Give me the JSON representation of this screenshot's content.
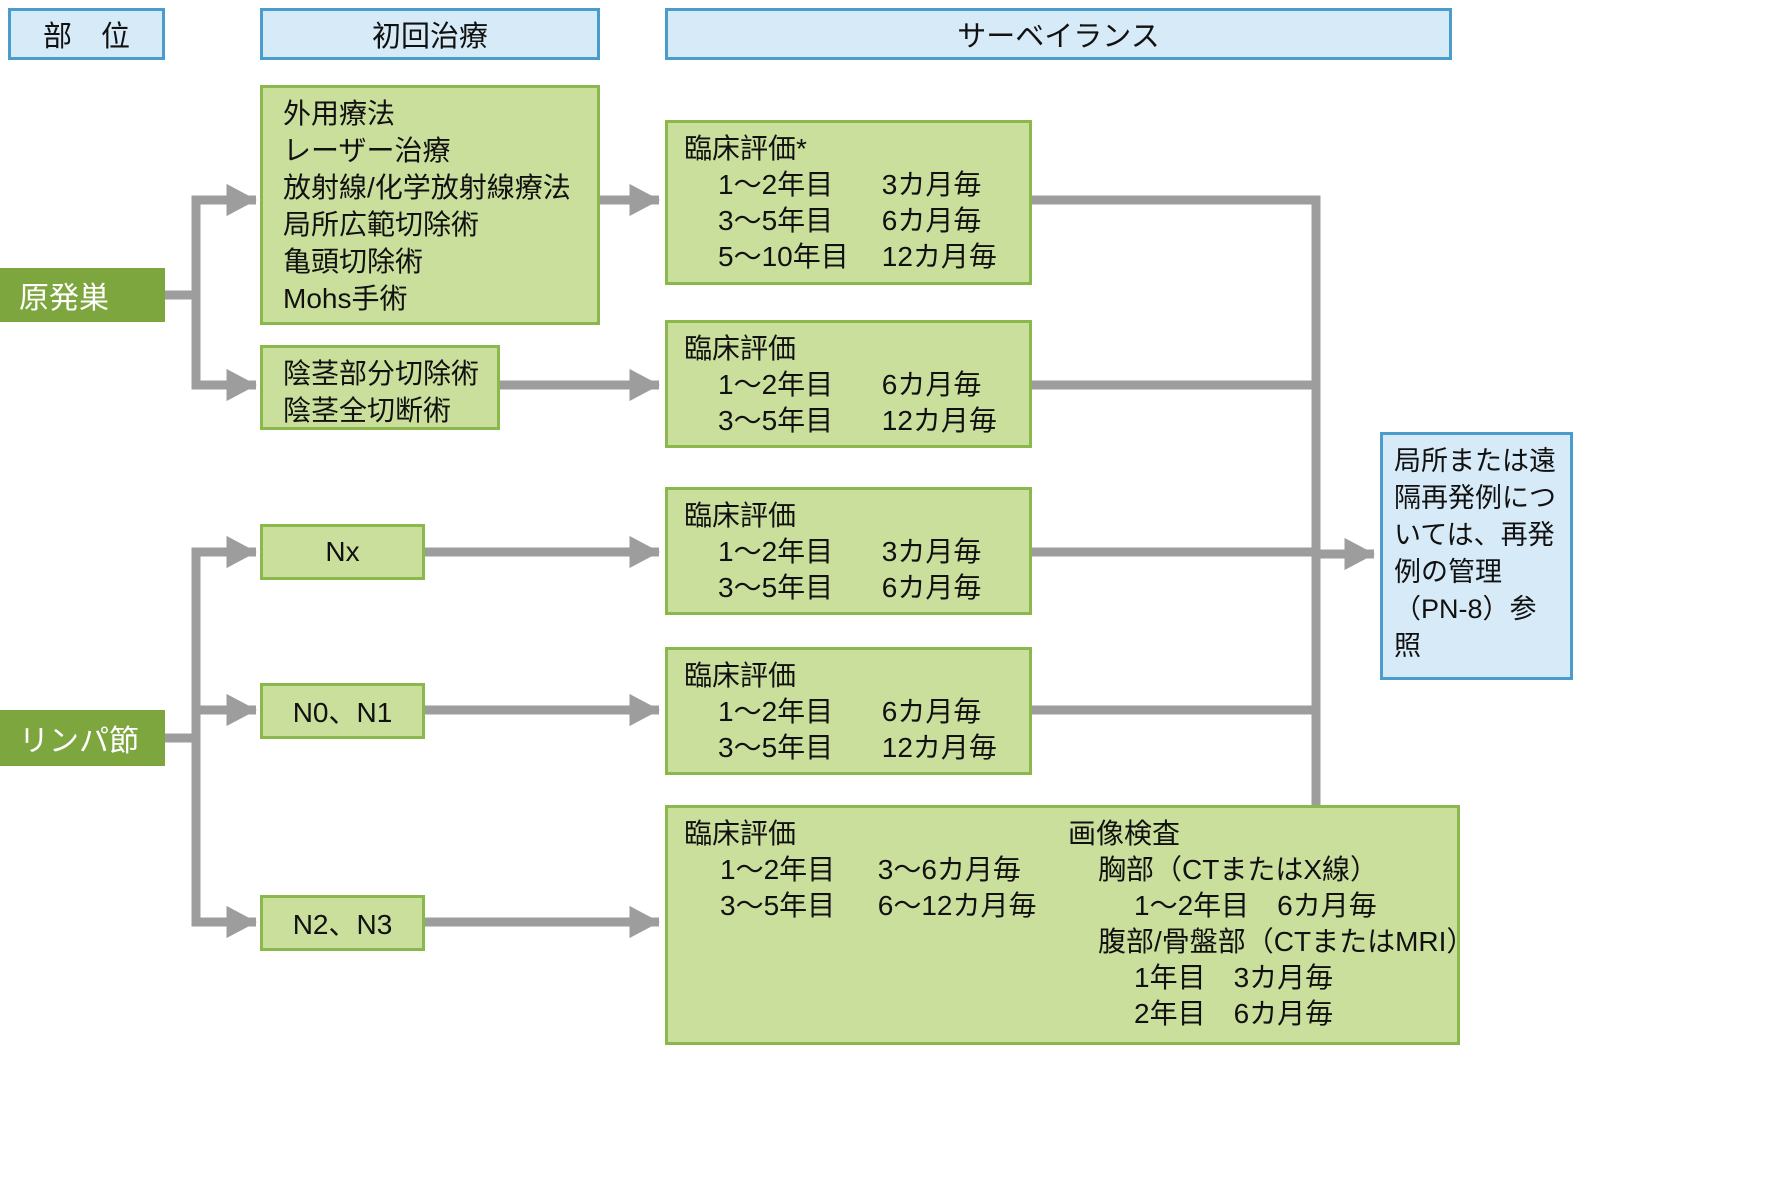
{
  "colors": {
    "blue-fill": "#d7eaf7",
    "blue-border": "#4a9dca",
    "green-fill": "#cbdf9d",
    "green-border": "#8bb84d",
    "green-dark": "#7ea63f",
    "arrow-gray": "#9d9d9d"
  },
  "headers": {
    "site": "部　位",
    "initial_treatment": "初回治療",
    "surveillance": "サーベイランス"
  },
  "sites": {
    "primary": "原発巣",
    "lymph_node": "リンパ節"
  },
  "treatments": {
    "primary_options": [
      "外用療法",
      "レーザー治療",
      "放射線/化学放射線療法",
      "局所広範切除術",
      "亀頭切除術",
      "Mohs手術"
    ],
    "penectomy_options": [
      "陰茎部分切除術",
      "陰茎全切断術"
    ],
    "node_nx": "Nx",
    "node_n0_n1": "N0、N1",
    "node_n2_n3": "N2、N3"
  },
  "surveillance": {
    "primary_conservative": {
      "title": "臨床評価*",
      "rows": [
        {
          "period": "1〜2年目",
          "freq": "3カ月毎"
        },
        {
          "period": "3〜5年目",
          "freq": "6カ月毎"
        },
        {
          "period": "5〜10年目",
          "freq": "12カ月毎"
        }
      ]
    },
    "primary_surgical": {
      "title": "臨床評価",
      "rows": [
        {
          "period": "1〜2年目",
          "freq": "6カ月毎"
        },
        {
          "period": "3〜5年目",
          "freq": "12カ月毎"
        }
      ]
    },
    "nx": {
      "title": "臨床評価",
      "rows": [
        {
          "period": "1〜2年目",
          "freq": "3カ月毎"
        },
        {
          "period": "3〜5年目",
          "freq": "6カ月毎"
        }
      ]
    },
    "n0_n1": {
      "title": "臨床評価",
      "rows": [
        {
          "period": "1〜2年目",
          "freq": "6カ月毎"
        },
        {
          "period": "3〜5年目",
          "freq": "12カ月毎"
        }
      ]
    },
    "n2_n3": {
      "clinical_title": "臨床評価",
      "clinical_rows": [
        {
          "period": "1〜2年目",
          "freq": "3〜6カ月毎"
        },
        {
          "period": "3〜5年目",
          "freq": "6〜12カ月毎"
        }
      ],
      "imaging_title": "画像検査",
      "imaging_lines": [
        {
          "text": "胸部（CTまたはX線）",
          "indent": 1
        },
        {
          "text": "1〜2年目　6カ月毎",
          "indent": 2
        },
        {
          "text": "腹部/骨盤部（CTまたはMRI）",
          "indent": 1
        },
        {
          "text": "1年目　3カ月毎",
          "indent": 2
        },
        {
          "text": "2年目　6カ月毎",
          "indent": 2
        }
      ]
    }
  },
  "recurrence_note": "局所または遠隔再発例については、再発例の管理（PN-8）参照"
}
